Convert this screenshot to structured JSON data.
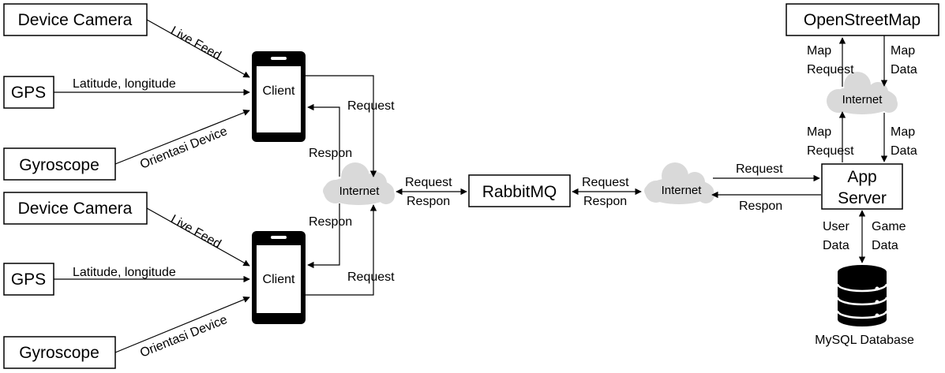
{
  "sources_top": {
    "camera": "Device Camera",
    "gps": "GPS",
    "gyro": "Gyroscope",
    "live_feed": "Live Feed",
    "latlon": "Latitude, longitude",
    "orientasi": "Orientasi Device"
  },
  "sources_bottom": {
    "camera": "Device Camera",
    "gps": "GPS",
    "gyro": "Gyroscope",
    "live_feed": "Live Feed",
    "latlon": "Latitude, longitude",
    "orientasi": "Orientasi Device"
  },
  "clients": {
    "top": "Client",
    "bottom": "Client"
  },
  "left_network": {
    "cloud": "Internet",
    "request_top": "Request",
    "respon_top": "Respon",
    "respon_bottom": "Respon",
    "request_bottom": "Request"
  },
  "broker_link": {
    "request_left": "Request",
    "respon_left": "Respon",
    "broker": "RabbitMQ",
    "request_right": "Request",
    "respon_right": "Respon"
  },
  "server_network": {
    "cloud": "Internet",
    "request": "Request",
    "respon": "Respon"
  },
  "server": {
    "line1": "App",
    "line2": "Server"
  },
  "maps": {
    "provider": "OpenStreetMap",
    "cloud": "Internet",
    "up_req_1": "Map",
    "up_req_2": "Request",
    "up_data_1": "Map",
    "up_data_2": "Data",
    "low_req_1": "Map",
    "low_req_2": "Request",
    "low_data_1": "Map",
    "low_data_2": "Data"
  },
  "database": {
    "user_1": "User",
    "user_2": "Data",
    "game_1": "Game",
    "game_2": "Data",
    "name": "MySQL Database"
  }
}
